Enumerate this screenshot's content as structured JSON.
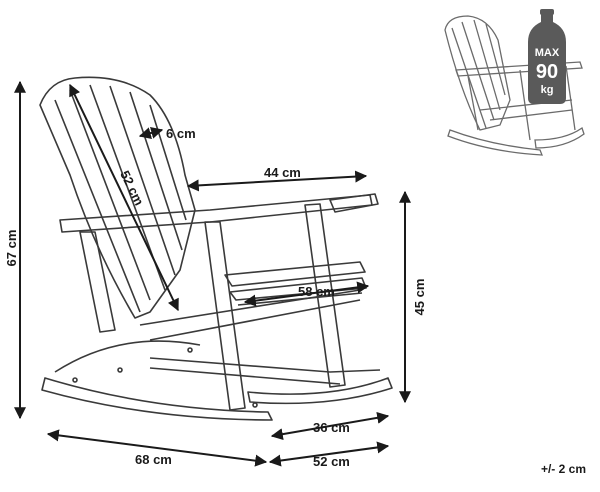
{
  "dimensions": {
    "height_total": "67 cm",
    "backrest_length": "52 cm",
    "backrest_gap": "6 cm",
    "armrest_length": "44 cm",
    "seat_depth": "58 cm",
    "seat_height": "45 cm",
    "rocker_front": "36 cm",
    "total_depth": "68 cm",
    "total_width": "52 cm"
  },
  "tolerance": "+/- 2 cm",
  "max_load": {
    "line1": "MAX",
    "line2": "90",
    "line3": "kg"
  }
}
